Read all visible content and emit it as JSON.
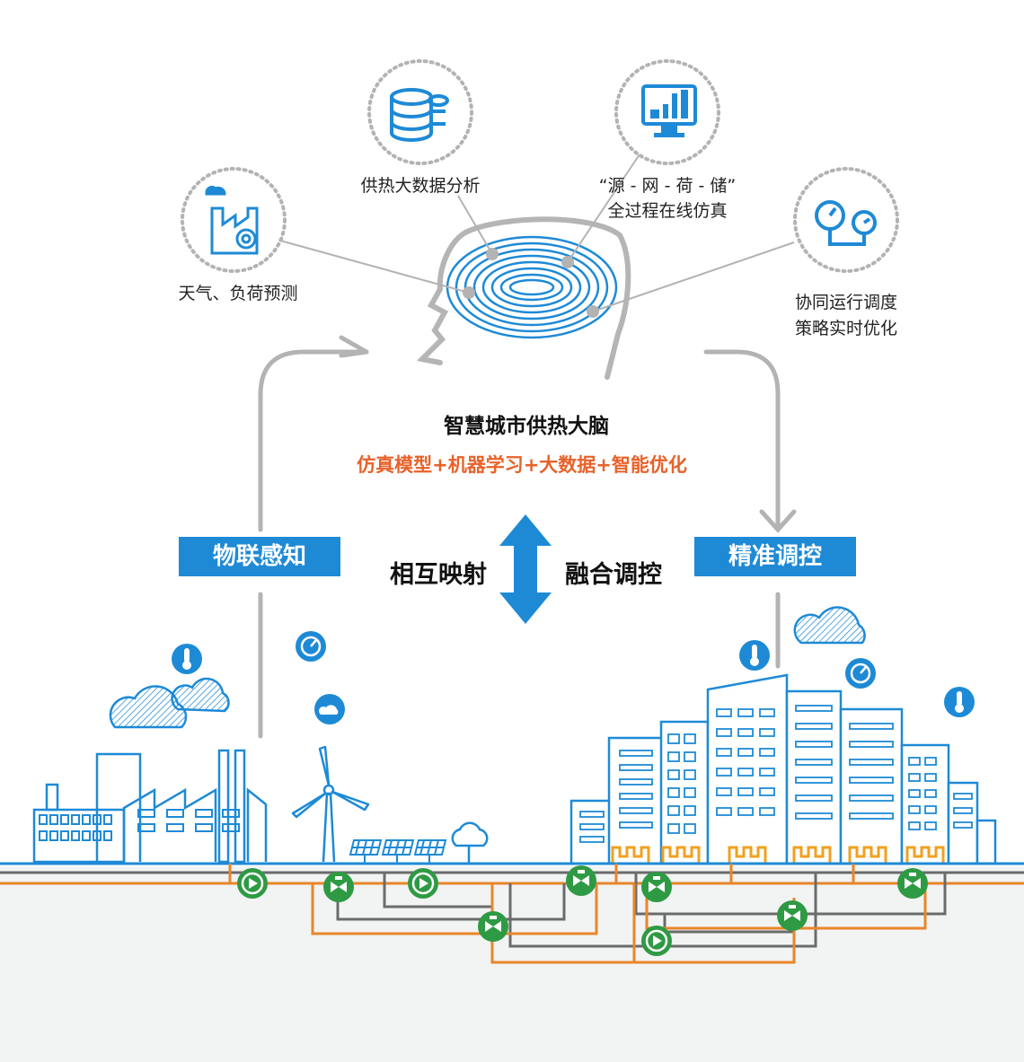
{
  "colors": {
    "blue": "#1e8ad6",
    "orange": "#e8862a",
    "heat_orange": "#f0a020",
    "gray": "#a9a9a9",
    "pipe_dark": "#6b6b6b",
    "valve_green": "#2f9a44",
    "ground": "#f2f3f3"
  },
  "brain": {
    "title": "智慧城市供热大脑",
    "subtitle": "仿真模型+机器学习+大数据+智能优化"
  },
  "capabilities": [
    {
      "icon": "factory-gear-icon",
      "lines": [
        "天气、负荷预测"
      ]
    },
    {
      "icon": "database-icon",
      "lines": [
        "供热大数据分析"
      ]
    },
    {
      "icon": "monitor-chart-icon",
      "lines": [
        "“源 - 网 - 荷 - 储”",
        "全过程在线仿真"
      ]
    },
    {
      "icon": "gauges-icon",
      "lines": [
        "协同运行调度",
        "策略实时优化"
      ]
    }
  ],
  "left_tag": "物联感知",
  "right_tag": "精准调控",
  "center_left": "相互映射",
  "center_right": "融合调控",
  "sensor_icons": [
    "thermometer-icon",
    "gauge-icon",
    "cloud-signal-icon",
    "thermometer-icon",
    "gauge-icon",
    "thermometer-icon"
  ]
}
